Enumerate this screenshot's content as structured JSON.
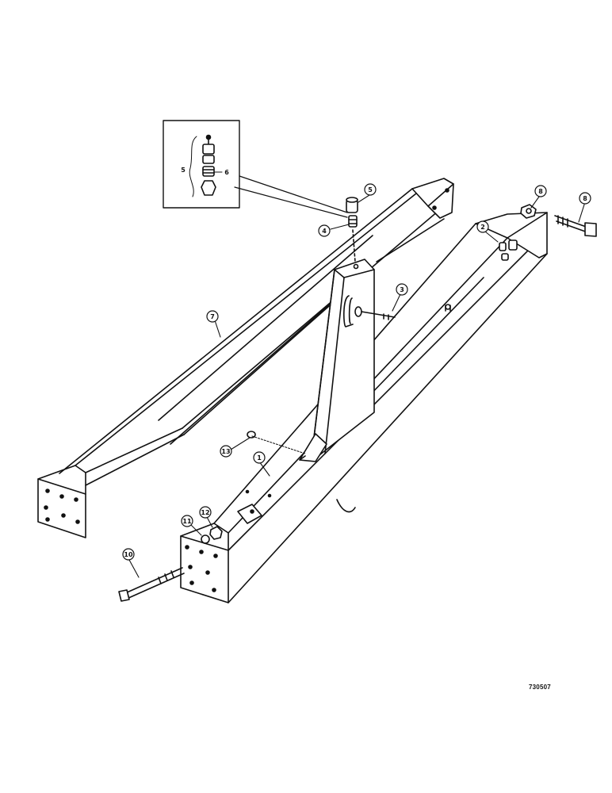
{
  "callouts": {
    "c1": "1",
    "c2": "2",
    "c3": "3",
    "c4": "4",
    "c5": "5",
    "c7": "7",
    "c8a": "8",
    "c8b": "8",
    "c10": "10",
    "c11": "11",
    "c12": "12",
    "c13": "13"
  },
  "inset": {
    "label5": "5",
    "label6": "6"
  },
  "drawing_code": "730507"
}
